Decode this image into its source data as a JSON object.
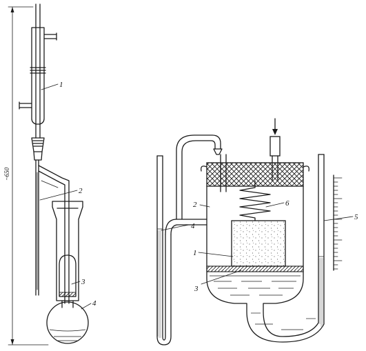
{
  "left_apparatus": {
    "dimension_label": "~650",
    "callouts": [
      {
        "id": "1",
        "text": "1"
      },
      {
        "id": "2",
        "text": "2"
      },
      {
        "id": "3",
        "text": "3"
      },
      {
        "id": "4",
        "text": "4"
      }
    ]
  },
  "right_apparatus": {
    "callouts": [
      {
        "id": "1",
        "text": "1"
      },
      {
        "id": "2",
        "text": "2"
      },
      {
        "id": "3",
        "text": "3"
      },
      {
        "id": "4",
        "text": "4"
      },
      {
        "id": "5",
        "text": "5"
      },
      {
        "id": "6",
        "text": "6"
      }
    ]
  },
  "colors": {
    "ink": "#1a1a1a",
    "background": "#ffffff"
  }
}
